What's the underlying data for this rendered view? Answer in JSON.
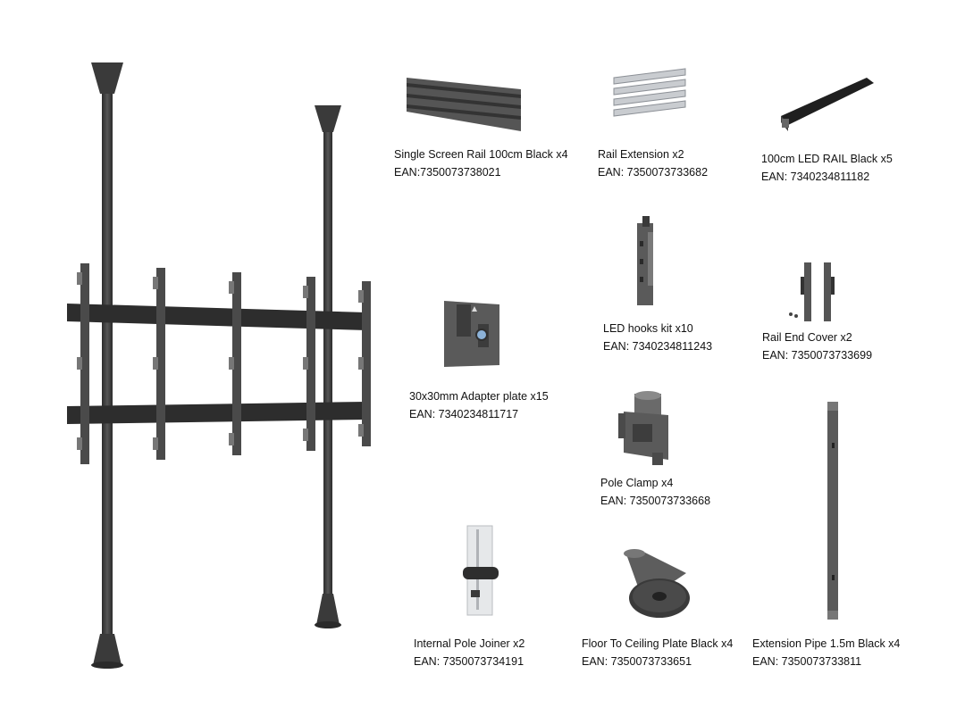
{
  "items": [
    {
      "name": "Single Screen Rail 100cm Black x4",
      "ean": "EAN:7350073738021"
    },
    {
      "name": "Rail Extension x2",
      "ean": "EAN: 7350073733682"
    },
    {
      "name": "100cm LED RAIL  Black x5",
      "ean": "EAN: 7340234811182"
    },
    {
      "name": "LED hooks kit x10",
      "ean": "EAN: 7340234811243"
    },
    {
      "name": "Rail End Cover x2",
      "ean": "EAN: 7350073733699"
    },
    {
      "name": "30x30mm Adapter plate x15",
      "ean": "EAN: 7340234811717"
    },
    {
      "name": "Pole Clamp x4",
      "ean": "EAN: 7350073733668"
    },
    {
      "name": "Internal Pole Joiner x2",
      "ean": "EAN: 7350073734191"
    },
    {
      "name": "Floor To Ceiling Plate Black x4",
      "ean": "EAN: 7350073733651"
    },
    {
      "name": "Extension Pipe 1.5m Black x4",
      "ean": "EAN: 7350073733811"
    }
  ]
}
